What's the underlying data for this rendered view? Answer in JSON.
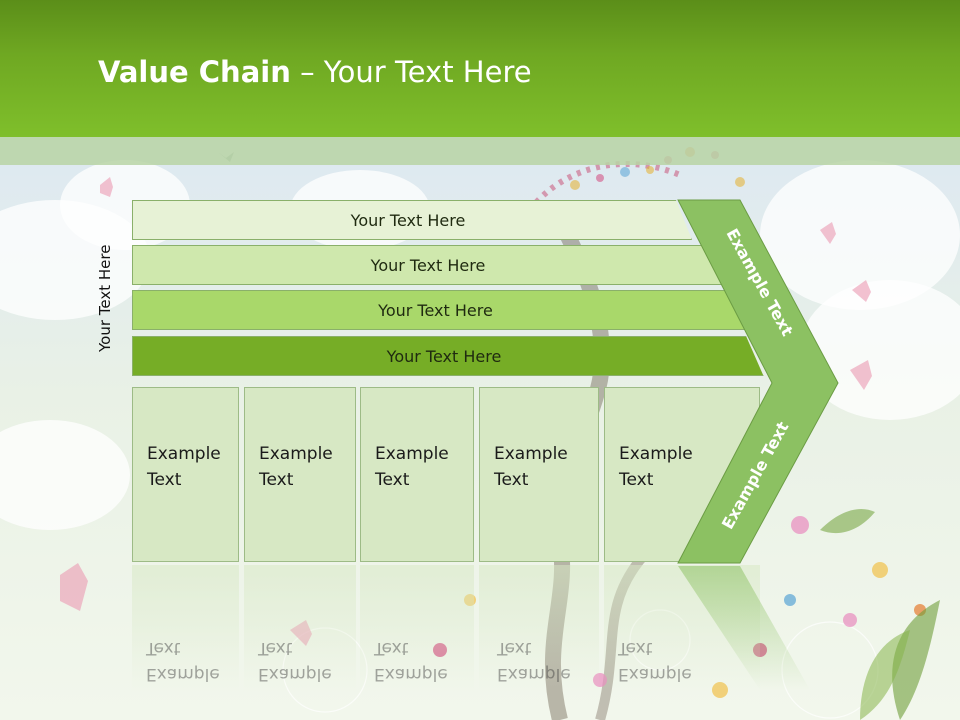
{
  "title": {
    "bold": "Value Chain",
    "rest": " – Your Text Here"
  },
  "vertical_label": "Your Text Here",
  "bars": [
    {
      "label": "Your Text Here"
    },
    {
      "label": "Your Text Here"
    },
    {
      "label": "Your Text Here"
    },
    {
      "label": "Your Text Here"
    }
  ],
  "columns": [
    {
      "line1": "Example",
      "line2": "Text"
    },
    {
      "line1": "Example",
      "line2": "Text"
    },
    {
      "line1": "Example",
      "line2": "Text"
    },
    {
      "line1": "Example",
      "line2": "Text"
    },
    {
      "line1": "Example",
      "line2": "Text"
    }
  ],
  "chevron": {
    "upper_label": "Example Text",
    "lower_label": "Example Text"
  },
  "colors": {
    "header_green": "#6fa822",
    "chevron_green": "#8cc162",
    "bar_dark_green": "#76ad26"
  }
}
